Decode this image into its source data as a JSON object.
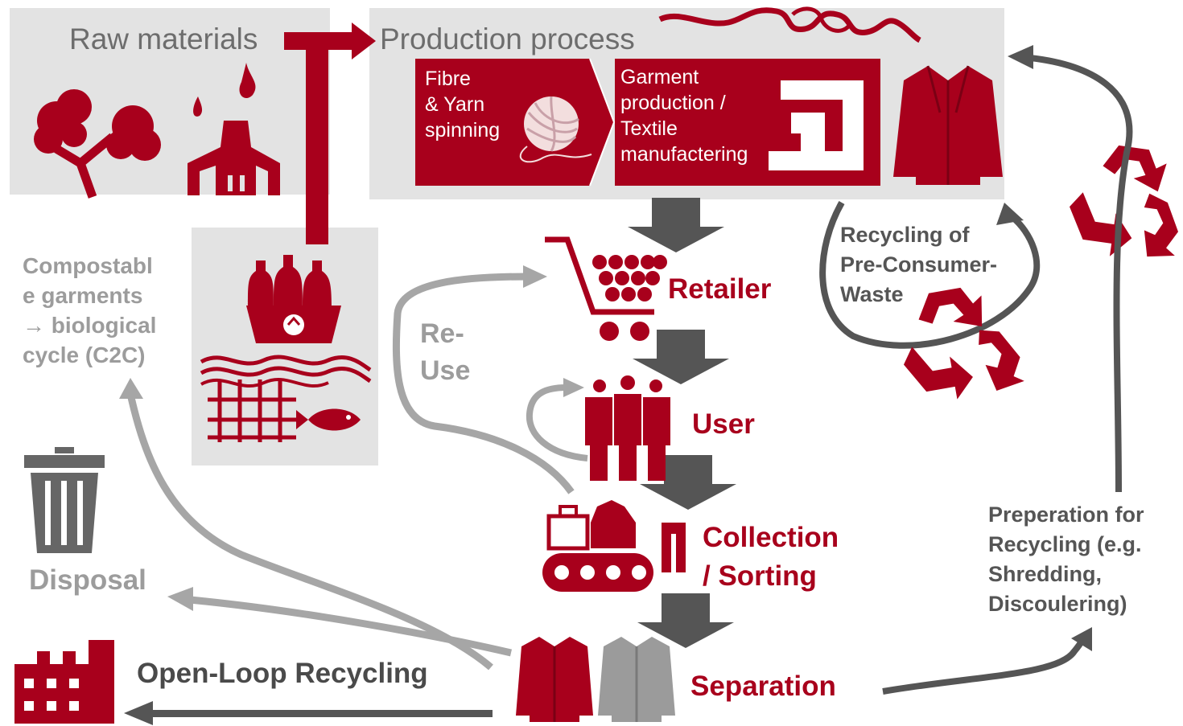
{
  "top": {
    "raw_materials": "Raw materials",
    "production_process": "Production process",
    "fibre_yarn": [
      "Fibre",
      "& Yarn",
      "spinning"
    ],
    "garment_production": [
      "Garment",
      "production /",
      "Textile",
      "manufactering"
    ]
  },
  "flow": {
    "retailer": "Retailer",
    "user": "User",
    "collection": [
      "Collection",
      "/ Sorting"
    ],
    "separation": "Separation"
  },
  "side": {
    "compostable": [
      "Compostabl",
      "e garments",
      "→ biological",
      "cycle (C2C)"
    ],
    "reuse": [
      "Re-",
      "Use"
    ],
    "disposal": "Disposal",
    "open_loop": "Open-Loop Recycling",
    "pre_consumer": [
      "Recycling of",
      "Pre-Consumer-",
      "Waste"
    ],
    "preparation": [
      "Preperation for",
      "Recycling (e.g.",
      "Shredding,",
      "Discoulering)"
    ]
  },
  "colors": {
    "brand_red": "#a8001c",
    "panel_grey": "#e3e3e3",
    "arrow_dark": "#555555",
    "arrow_light": "#a6a6a6"
  }
}
